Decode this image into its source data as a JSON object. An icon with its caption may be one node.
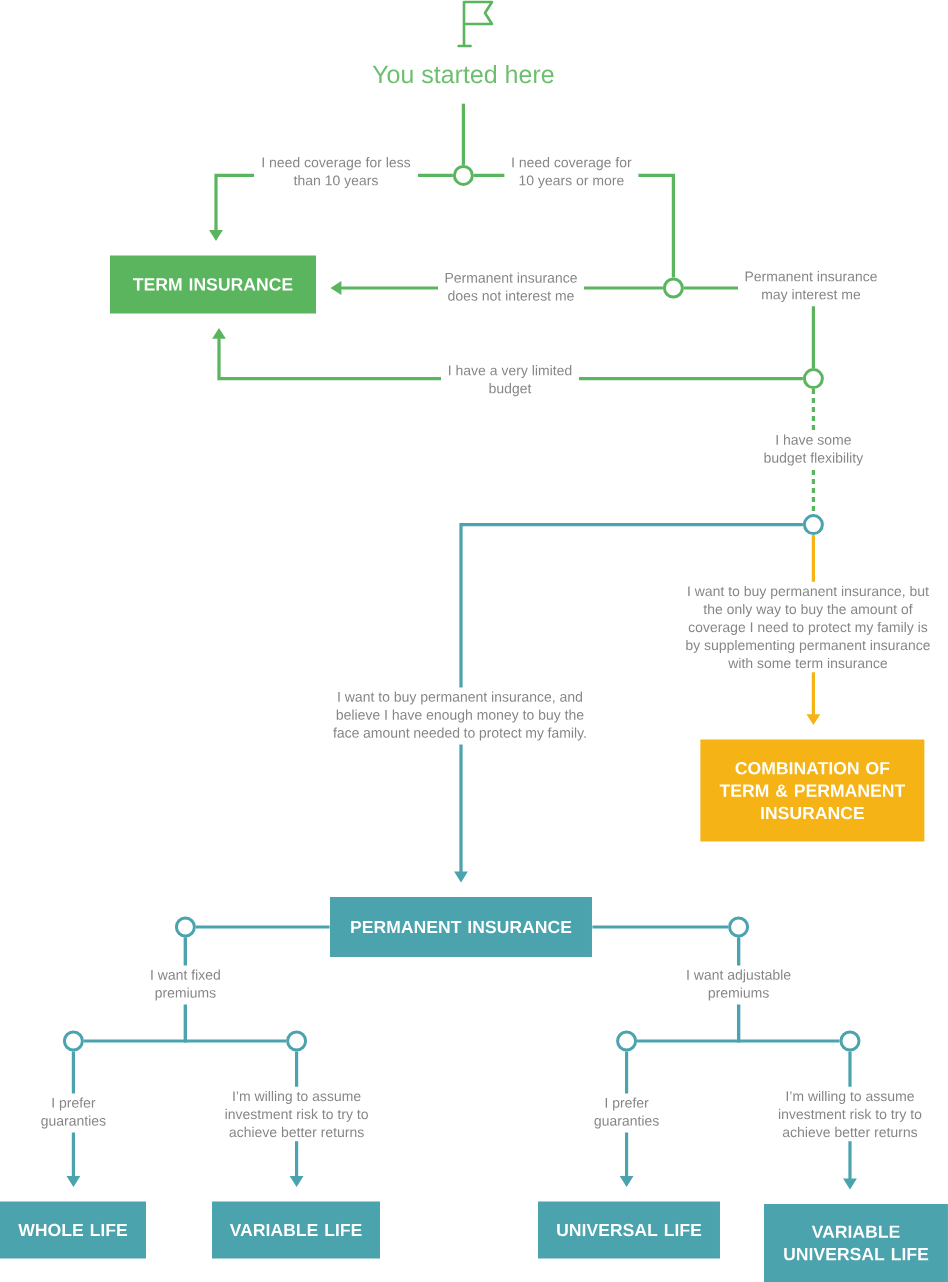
{
  "diagram": {
    "nodes": [
      {
        "text": [
          "You started here"
        ]
      },
      {
        "text": [],
        "shape": "circle"
      },
      {
        "text": [
          "TERM INSURANCE"
        ]
      },
      {
        "text": [],
        "shape": "circle"
      },
      {
        "text": [],
        "shape": "circle"
      },
      {
        "text": [],
        "shape": "circle"
      },
      {
        "text": [
          "COMBINATION OF TERM & PERMANENT INSURANCE"
        ]
      },
      {
        "text": [
          "PERMANENT INSURANCE"
        ]
      },
      {
        "text": [],
        "shape": "circle"
      },
      {
        "text": [],
        "shape": "circle"
      },
      {
        "text": [],
        "shape": "circle"
      },
      {
        "text": [],
        "shape": "circle"
      },
      {
        "text": [],
        "shape": "circle"
      },
      {
        "text": [],
        "shape": "circle"
      },
      {
        "text": [
          "WHOLE LIFE"
        ]
      },
      {
        "text": [
          "VARIABLE LIFE"
        ]
      },
      {
        "text": [
          "UNIVERSAL LIFE"
        ]
      },
      {
        "text": [
          "VARIABLE UNIVERSAL LIFE"
        ]
      }
    ],
    "edges": [
      {
        "from": 0,
        "to": 1,
        "arrow": "none",
        "color": "#5ab55e"
      },
      {
        "from": 1,
        "to": 2,
        "arrow": "to",
        "label": "I need coverage for less than 10 years",
        "color": "#5ab55e"
      },
      {
        "from": 1,
        "to": 3,
        "arrow": "none",
        "label": "I need coverage for 10 years or more",
        "color": "#5ab55e"
      },
      {
        "from": 3,
        "to": 2,
        "arrow": "to",
        "label": "Permanent insurance does not interest me",
        "color": "#5ab55e"
      },
      {
        "from": 3,
        "to": 4,
        "arrow": "none",
        "label": "Permanent insurance may interest me",
        "color": "#5ab55e"
      },
      {
        "from": 4,
        "to": 2,
        "arrow": "to",
        "label": "I have a very limited budget",
        "color": "#5ab55e"
      },
      {
        "from": 4,
        "to": 5,
        "arrow": "none",
        "label": "I have some budget flexibility",
        "style": "dashed",
        "color": "#5ab55e"
      },
      {
        "from": 5,
        "to": 7,
        "arrow": "to",
        "label": "I want to buy permanent insurance, and believe I have enough money to buy the face amount needed to protect my family."
      },
      {
        "from": 5,
        "to": 6,
        "arrow": "to",
        "label": "I want to buy permanent insurance, but the only way to buy the amount of coverage I need to protect my family is by supplementing permanent insurance with some term insurance",
        "color": "#f5b316"
      },
      {
        "from": 7,
        "to": 8,
        "arrow": "none"
      },
      {
        "from": 7,
        "to": 9,
        "arrow": "none"
      },
      {
        "from": 8,
        "to": 10,
        "arrow": "none",
        "label": "I want fixed premiums"
      },
      {
        "from": 8,
        "to": 11,
        "arrow": "none"
      },
      {
        "from": 9,
        "to": 12,
        "arrow": "none",
        "label": "I want adjustable premiums"
      },
      {
        "from": 9,
        "to": 13,
        "arrow": "none"
      },
      {
        "from": 10,
        "to": 14,
        "arrow": "to",
        "label": "I prefer guaranties"
      },
      {
        "from": 11,
        "to": 15,
        "arrow": "to",
        "label": "I’m willing to assume investment risk to try to achieve better returns"
      },
      {
        "from": 12,
        "to": 16,
        "arrow": "to",
        "label": "I prefer guaranties"
      },
      {
        "from": 13,
        "to": 17,
        "arrow": "to",
        "label": "I’m willing to assume investment risk to try to achieve better returns"
      }
    ]
  }
}
